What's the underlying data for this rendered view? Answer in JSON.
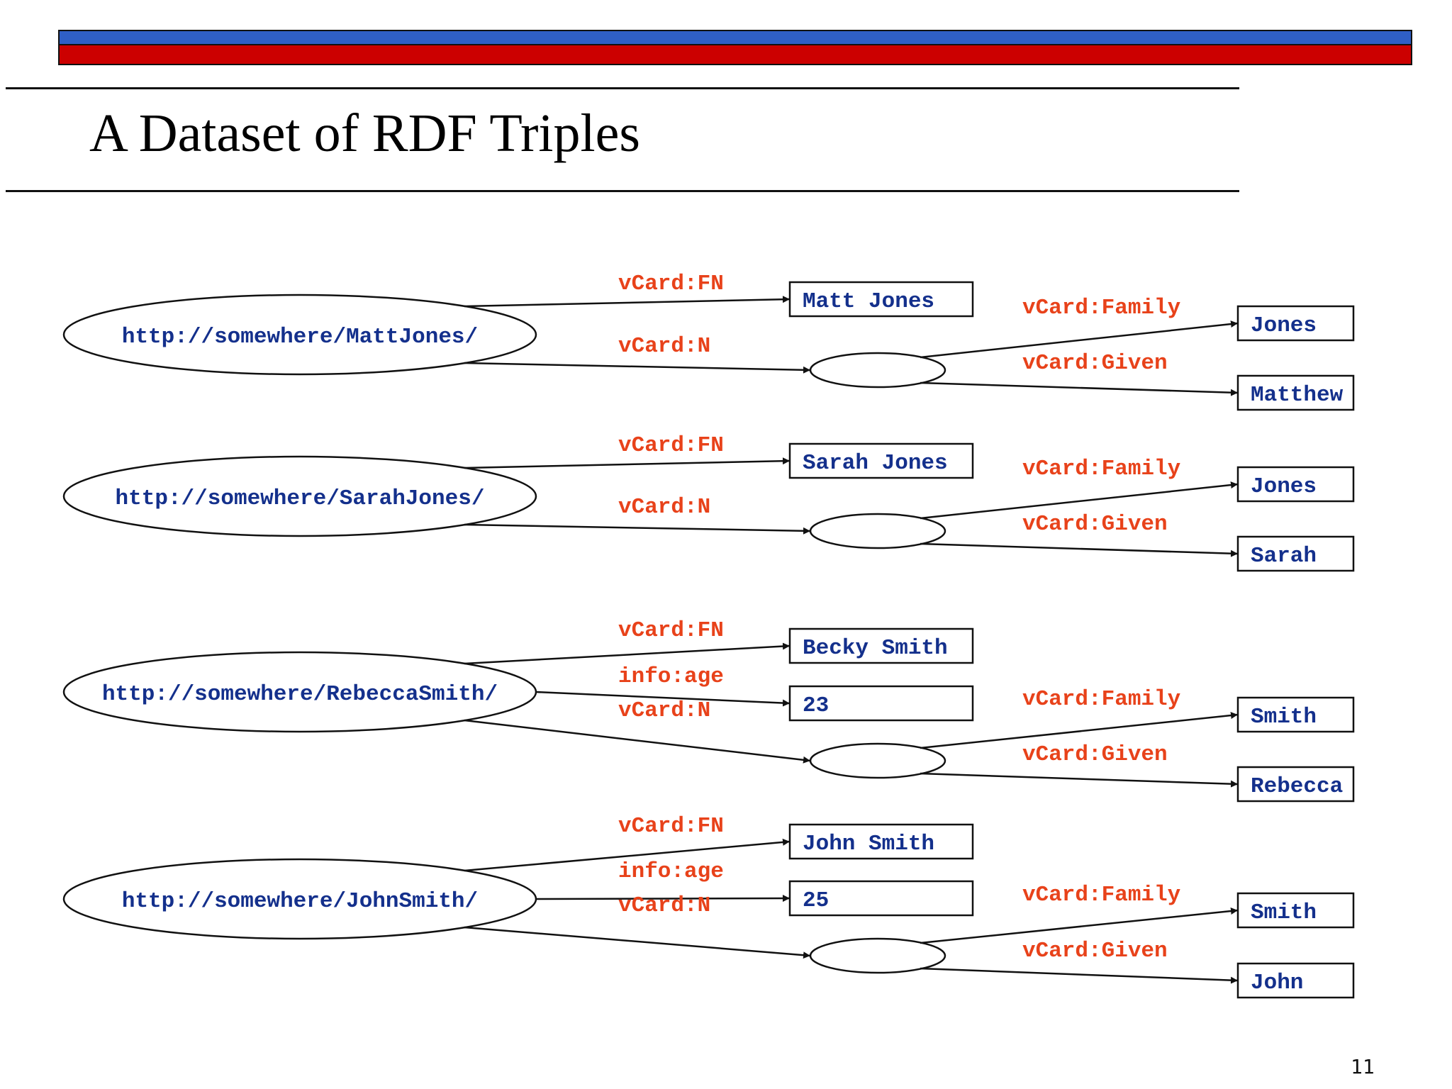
{
  "slide": {
    "title": "A Dataset of RDF Triples",
    "page_number": "11"
  },
  "colors": {
    "node_text": "#14308c",
    "predicate_text": "#e8421a",
    "line": "#111111",
    "bar_blue": "#2f5fc6",
    "bar_red": "#cc0000"
  },
  "triples": [
    {
      "subject": "http://somewhere/MattJones/",
      "fn_predicate": "vCard:FN",
      "fn_value": "Matt Jones",
      "n_predicate": "vCard:N",
      "family_predicate": "vCard:Family",
      "family_value": "Jones",
      "given_predicate": "vCard:Given",
      "given_value": "Matthew"
    },
    {
      "subject": "http://somewhere/SarahJones/",
      "fn_predicate": "vCard:FN",
      "fn_value": "Sarah Jones",
      "n_predicate": "vCard:N",
      "family_predicate": "vCard:Family",
      "family_value": "Jones",
      "given_predicate": "vCard:Given",
      "given_value": "Sarah"
    },
    {
      "subject": "http://somewhere/RebeccaSmith/",
      "fn_predicate": "vCard:FN",
      "fn_value": "Becky Smith",
      "age_predicate": "info:age",
      "age_value": "23",
      "n_predicate": "vCard:N",
      "family_predicate": "vCard:Family",
      "family_value": "Smith",
      "given_predicate": "vCard:Given",
      "given_value": "Rebecca"
    },
    {
      "subject": "http://somewhere/JohnSmith/",
      "fn_predicate": "vCard:FN",
      "fn_value": "John Smith",
      "age_predicate": "info:age",
      "age_value": "25",
      "n_predicate": "vCard:N",
      "family_predicate": "vCard:Family",
      "family_value": "Smith",
      "given_predicate": "vCard:Given",
      "given_value": "John"
    }
  ]
}
